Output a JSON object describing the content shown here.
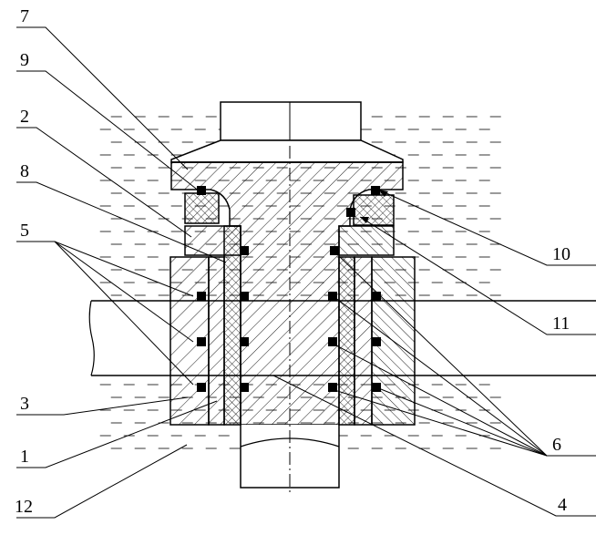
{
  "figure": {
    "labels": {
      "l7": "7",
      "l9": "9",
      "l2": "2",
      "l8": "8",
      "l5": "5",
      "l3": "3",
      "l1": "1",
      "l12": "12",
      "l10": "10",
      "l11": "11",
      "l6": "6",
      "l4": "4"
    }
  }
}
